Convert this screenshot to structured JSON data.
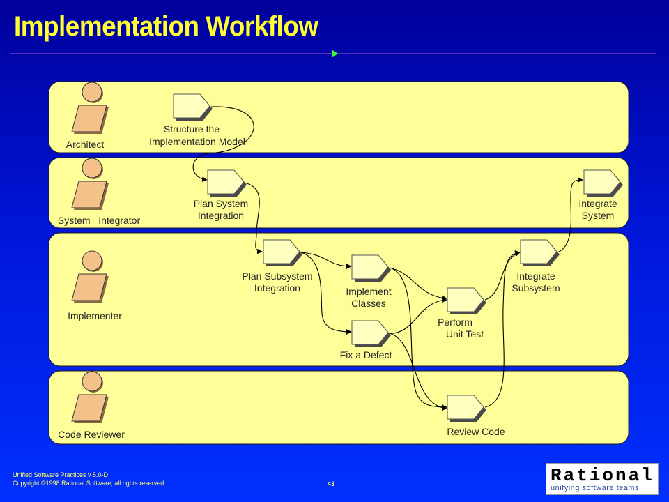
{
  "title": "Implementation Workflow",
  "lanes": [
    {
      "role": "Architect"
    },
    {
      "role": "System   Integrator"
    },
    {
      "role": "Implementer"
    },
    {
      "role": "Code Reviewer"
    }
  ],
  "activities": {
    "structure_model": [
      "Structure the",
      "Implementation Model"
    ],
    "plan_system_integration": [
      "Plan System",
      "Integration"
    ],
    "integrate_system": [
      "Integrate",
      "System"
    ],
    "plan_subsystem_integration": [
      "Plan Subsystem",
      "Integration"
    ],
    "implement_classes": [
      "Implement",
      "Classes"
    ],
    "fix_defect": [
      "Fix a Defect"
    ],
    "perform_unit_test": [
      "Perform",
      "Unit Test"
    ],
    "integrate_subsystem": [
      "Integrate",
      "Subsystem"
    ],
    "review_code": [
      "Review Code"
    ]
  },
  "footer": {
    "line1": "Unified Software Practices v 5.0-D",
    "line2": "Copyright ©1998 Rational Software, all rights reserved",
    "page": "43"
  },
  "logo": {
    "word": "Rational",
    "tagline": "unifying software teams"
  },
  "colors": {
    "background": "#0016d8",
    "lane": "#ffff99",
    "title": "#ffff33",
    "activity": "#ffffc0",
    "role_skin": "#f4c288"
  },
  "icons": {
    "role": "worker-icon",
    "activity": "activity-icon",
    "marker": "triangle-marker-icon"
  }
}
